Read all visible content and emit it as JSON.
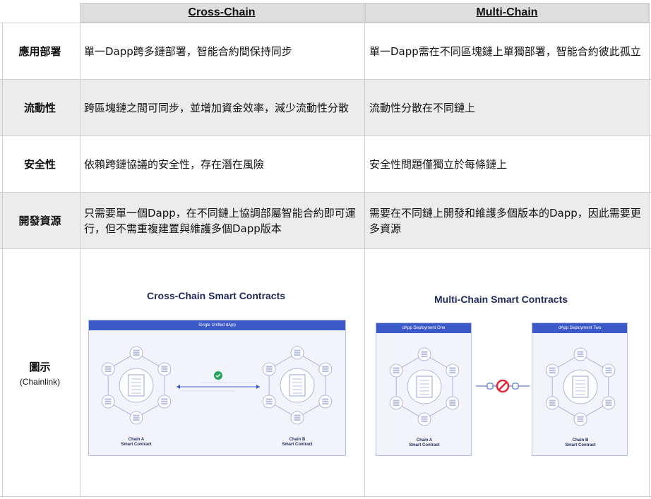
{
  "headers": {
    "cross": "Cross-Chain",
    "multi": "Multi-Chain"
  },
  "rows": [
    {
      "label": "應用部署",
      "cross": "單一Dapp跨多鏈部署，智能合約間保持同步",
      "multi": "單一Dapp需在不同區塊鏈上單獨部署，智能合約彼此孤立"
    },
    {
      "label": "流動性",
      "cross": "跨區塊鏈之間可同步，並增加資金效率，減少流動性分散",
      "multi": "流動性分散在不同鏈上"
    },
    {
      "label": "安全性",
      "cross": "依賴跨鏈協議的安全性，存在潛在風險",
      "multi": "安全性問題僅獨立於每條鏈上"
    },
    {
      "label": "開發資源",
      "cross": "只需要單一個Dapp，在不同鏈上協調部屬智能合約即可運行，但不需重複建置與維護多個Dapp版本",
      "multi": "需要在不同鏈上開發和維護多個版本的Dapp，因此需要更多資源"
    }
  ],
  "figure_row": {
    "label": "圖示",
    "sublabel": "(Chainlink)"
  },
  "cross_figure": {
    "title": "Cross-Chain Smart Contracts",
    "banner": "Single Unified dApp",
    "chain_a_line1": "Chain A",
    "chain_a_line2": "Smart Contract",
    "chain_b_line1": "Chain B",
    "chain_b_line2": "Smart Contract"
  },
  "multi_figure": {
    "title": "Multi-Chain Smart Contracts",
    "banner_one": "dApp Deployment One",
    "banner_two": "dApp Deployment Two",
    "chain_a_line1": "Chain A",
    "chain_a_line2": "Smart Contract",
    "chain_b_line1": "Chain B",
    "chain_b_line2": "Smart Contract"
  },
  "colors": {
    "accent": "#3c59c8",
    "check": "#22a55a",
    "block": "#e0263a",
    "header_bg": "#dedede",
    "shade_bg": "#ececec"
  }
}
